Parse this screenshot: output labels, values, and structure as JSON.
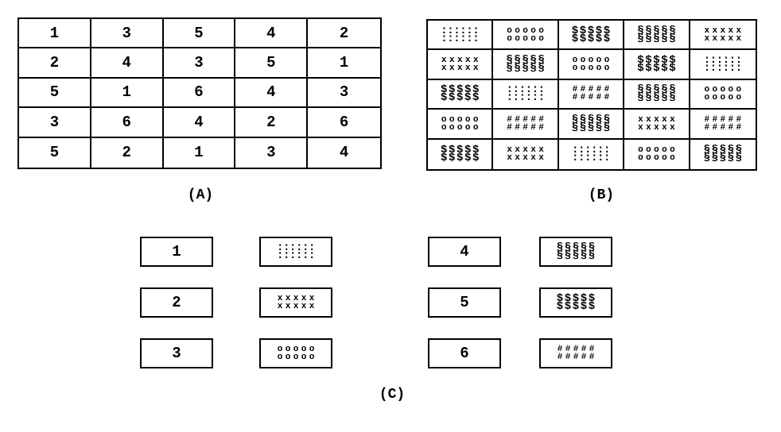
{
  "grid_a": {
    "cells": [
      [
        1,
        3,
        5,
        4,
        2
      ],
      [
        2,
        4,
        3,
        5,
        1
      ],
      [
        5,
        1,
        6,
        4,
        3
      ],
      [
        3,
        6,
        4,
        2,
        6
      ],
      [
        5,
        2,
        1,
        3,
        4
      ]
    ]
  },
  "grid_b": {
    "cells": [
      [
        1,
        3,
        5,
        4,
        2
      ],
      [
        2,
        4,
        3,
        5,
        1
      ],
      [
        5,
        1,
        6,
        4,
        3
      ],
      [
        3,
        6,
        4,
        2,
        6
      ],
      [
        5,
        2,
        1,
        3,
        4
      ]
    ]
  },
  "captions": {
    "a": "(A)",
    "b": "(B)",
    "c": "(C)"
  },
  "legend": [
    {
      "number": "1",
      "pattern": "dots"
    },
    {
      "number": "2",
      "pattern": "cross"
    },
    {
      "number": "3",
      "pattern": "circle"
    },
    {
      "number": "4",
      "pattern": "helix"
    },
    {
      "number": "5",
      "pattern": "dollar"
    },
    {
      "number": "6",
      "pattern": "hash"
    }
  ],
  "pattern_glyphs": {
    "dots": ":",
    "cross": "x",
    "circle": "o",
    "helix": "§",
    "dollar": "$",
    "hash": "#"
  }
}
